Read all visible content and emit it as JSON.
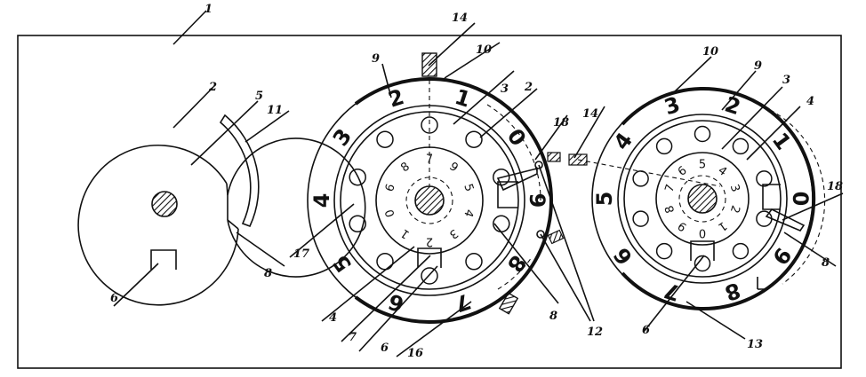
{
  "labels": {
    "frame": "1",
    "l2_a": "2",
    "l5": "5",
    "l11": "11",
    "l6_a": "6",
    "l8_a": "8",
    "l9_b": "9",
    "l10_b": "10",
    "l14_b": "14",
    "l3_b": "3",
    "l2_b": "2",
    "l18_b": "18",
    "l17": "17",
    "l4_b": "4",
    "l7": "7",
    "l6_b": "6",
    "l16": "16",
    "l8_b": "8",
    "l12": "12",
    "l14_c": "14",
    "l10_c": "10",
    "l9_c": "9",
    "l3_c": "3",
    "l4_c": "4",
    "l18_c": "18",
    "l8_c": "8",
    "l13": "13",
    "l6_c": "6"
  },
  "wheel_b": {
    "outer_digits": [
      "1",
      "0",
      "9",
      "8",
      "7",
      "6",
      "5",
      "4",
      "3",
      "2"
    ],
    "inner_digits": [
      "9",
      "5",
      "4",
      "3",
      "2",
      "1",
      "0",
      "6",
      "8",
      "7"
    ]
  },
  "wheel_c": {
    "outer_digits": [
      "2",
      "1",
      "0",
      "9",
      "8",
      "7",
      "6",
      "5",
      "4",
      "3"
    ],
    "inner_digits": [
      "4",
      "3",
      "2",
      "1",
      "0",
      "9",
      "8",
      "7",
      "6",
      "5"
    ]
  }
}
